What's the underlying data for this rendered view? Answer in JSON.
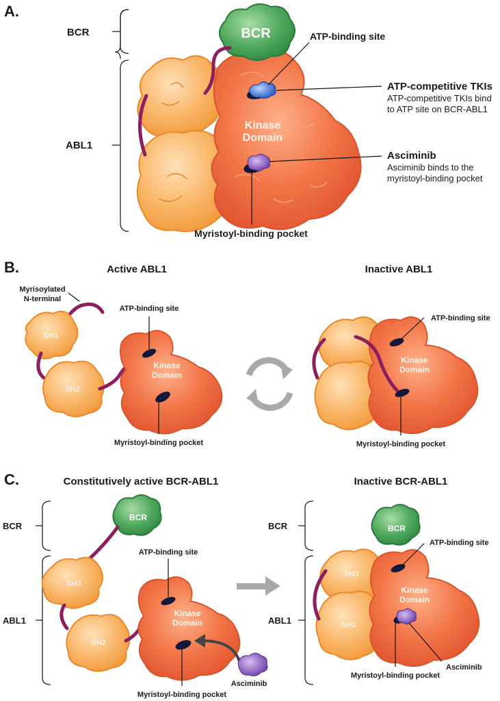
{
  "panel_a": {
    "letter": "A.",
    "brace_bcr": "BCR",
    "brace_abl1": "ABL1",
    "bcr_blob": "BCR",
    "kinase_line1": "Kinase",
    "kinase_line2": "Domain",
    "atp_site": "ATP-binding site",
    "tki_title": "ATP-competitive TKIs",
    "tki_desc_1": "ATP-competitive TKIs bind",
    "tki_desc_2": "to ATP site on BCR-ABL1",
    "asc_title": "Asciminib",
    "asc_desc_1": "Asciminib binds to the",
    "asc_desc_2": "myristoyl-binding pocket",
    "myr_pocket": "Myristoyl-binding pocket"
  },
  "panel_b": {
    "letter": "B.",
    "active_title": "Active ABL1",
    "inactive_title": "Inactive ABL1",
    "myr_nterm_1": "Myrisoylated",
    "myr_nterm_2": "N-terminal",
    "sh3": "SH3",
    "sh2": "SH2",
    "kinase_line1": "Kinase",
    "kinase_line2": "Domain",
    "atp_site": "ATP-binding site",
    "myr_pocket": "Myristoyl-binding pocket",
    "atp_site_inactive": "ATP-binding site",
    "myr_pocket_inactive": "Myristoyl-binding pocket"
  },
  "panel_c": {
    "letter": "C.",
    "left_title": "Constitutively active BCR-ABL1",
    "right_title": "Inactive BCR-ABL1",
    "brace_bcr": "BCR",
    "brace_abl1": "ABL1",
    "bcr_blob": "BCR",
    "sh3": "SH3",
    "sh2": "SH2",
    "kinase_line1": "Kinase",
    "kinase_line2": "Domain",
    "atp_site": "ATP-binding site",
    "myr_pocket": "Myristoyl-binding pocket",
    "asciminib": "Asciminib",
    "r_brace_bcr": "BCR",
    "r_brace_abl1": "ABL1",
    "r_bcr_blob": "BCR",
    "r_sh3": "SH3",
    "r_sh2": "SH2",
    "r_atp_site": "ATP-binding site",
    "r_asciminib": "Asciminib",
    "r_myr_pocket": "Myristoyl-binding pocket"
  },
  "colors": {
    "kinase": "#ef6a3d",
    "sh_domain": "#f7a956",
    "bcr": "#3e9a50",
    "linker": "#8e1f5e",
    "pocket": "#14183a",
    "atp_ligand": "#3b6fd1",
    "asciminib": "#8a5cbf",
    "arrow": "#a9a9a9"
  }
}
